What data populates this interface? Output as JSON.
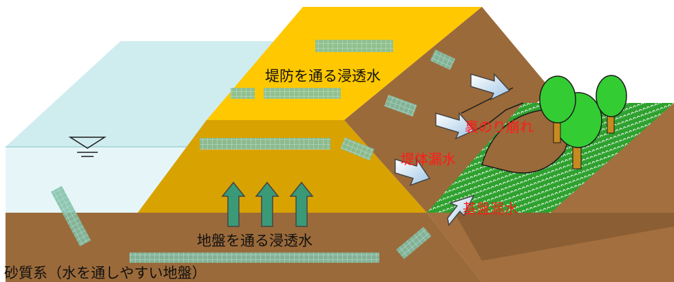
{
  "labels": {
    "embankment_seepage": "堤防を通る浸透水",
    "ground_seepage": "地盤を通る浸透水",
    "sandy_ground": "砂質系（水を通しやすい地盤）",
    "back_slope_failure": "裏のり崩れ",
    "body_leakage": "堤体漏水",
    "foundation_leakage": "基盤漏水"
  },
  "colors": {
    "water": "#cfecef",
    "ground": "#9b6a3a",
    "crest": "#ffc800",
    "slope": "#d8a200",
    "grass": "#2fa12f",
    "leakage_text": "#ff1a1a",
    "seepage_band": "#7fbfa6"
  },
  "icons": [
    "water-level-icon",
    "seepage-arrow-icon",
    "tree-icon"
  ]
}
